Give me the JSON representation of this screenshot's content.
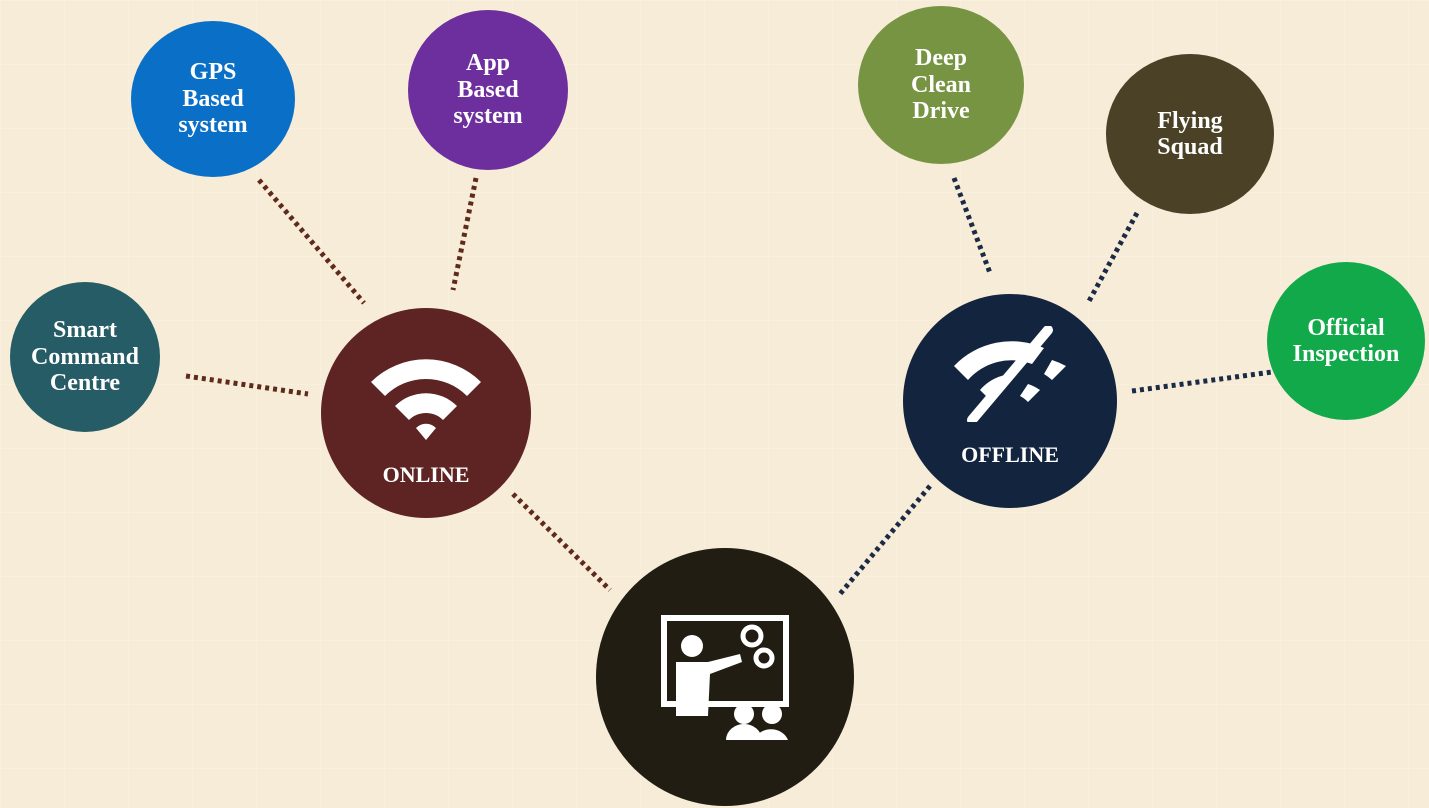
{
  "colors": {
    "background": "#f7ecd8",
    "online": "#5e2424",
    "offline": "#13243e",
    "center": "#211d12",
    "online_link": "#5e2a1c",
    "offline_link": "#1b2b46"
  },
  "center": {
    "icon": "presentation-icon"
  },
  "online": {
    "label": "ONLINE",
    "icon": "wifi-icon",
    "children": [
      {
        "lines": [
          "Smart",
          "Command",
          "Centre"
        ],
        "color": "#255c66"
      },
      {
        "lines": [
          "GPS",
          "Based",
          "system"
        ],
        "color": "#0a6fc6"
      },
      {
        "lines": [
          "App",
          "Based",
          "system"
        ],
        "color": "#6d2f9e"
      }
    ]
  },
  "offline": {
    "label": "OFFLINE",
    "icon": "wifi-off-icon",
    "children": [
      {
        "lines": [
          "Deep",
          "Clean",
          "Drive"
        ],
        "color": "#779443"
      },
      {
        "lines": [
          "Flying",
          "Squad"
        ],
        "color": "#4a4126"
      },
      {
        "lines": [
          "Official",
          "Inspection"
        ],
        "color": "#12a94a"
      }
    ]
  }
}
